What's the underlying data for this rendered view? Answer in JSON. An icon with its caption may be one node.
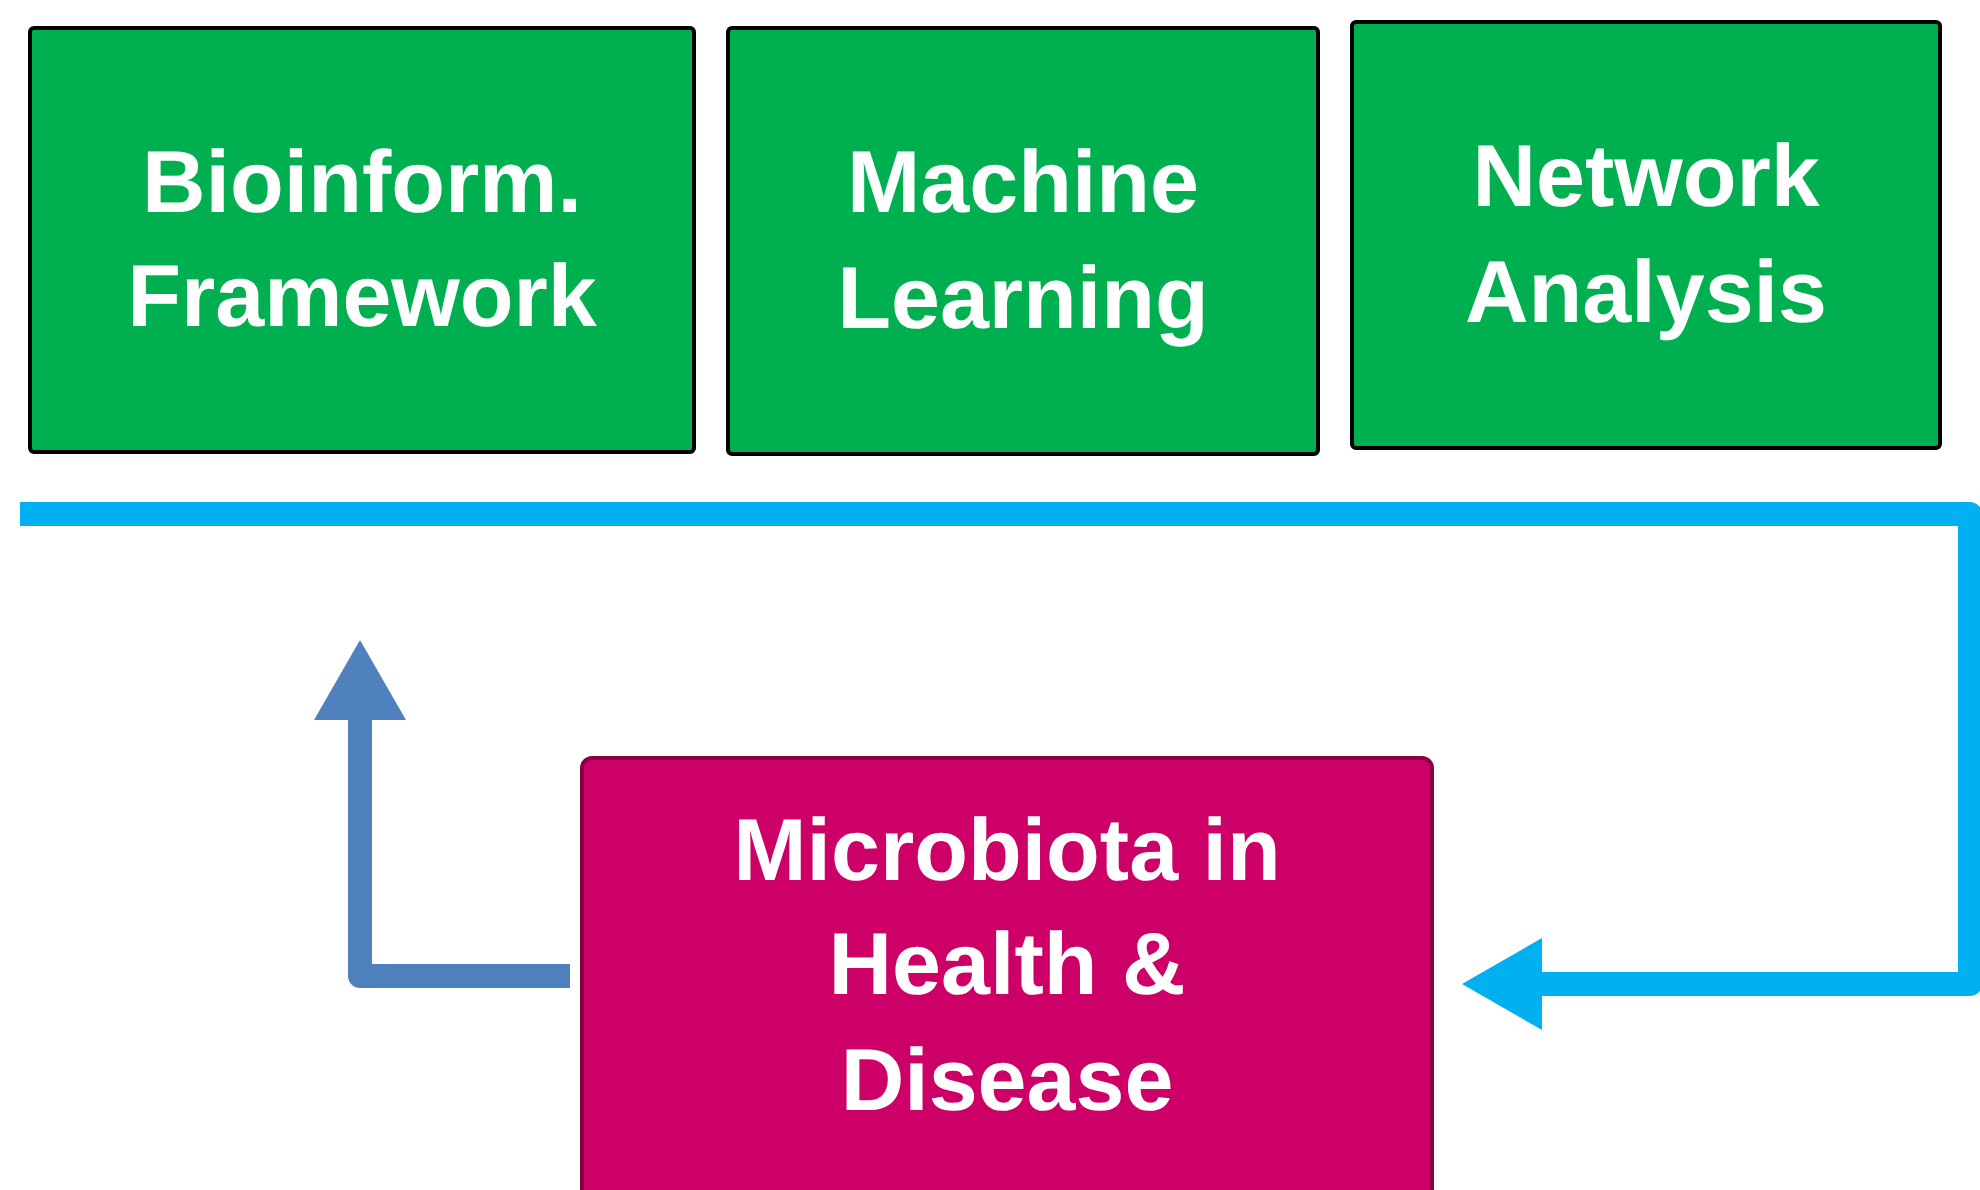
{
  "diagram": {
    "nodes": [
      {
        "text": [
          "Bioinform. Framework"
        ]
      },
      {
        "text": [
          "Machine Learning"
        ]
      },
      {
        "text": [
          "Network Analysis"
        ]
      },
      {
        "text": [
          "Microbiota in Health & Disease"
        ]
      }
    ],
    "edges": [
      {
        "from": null,
        "to": 3,
        "arrow": "to",
        "color": "#00b0f0"
      },
      {
        "from": 3,
        "to": null,
        "arrow": "to",
        "color": "#4f81bd"
      }
    ]
  }
}
